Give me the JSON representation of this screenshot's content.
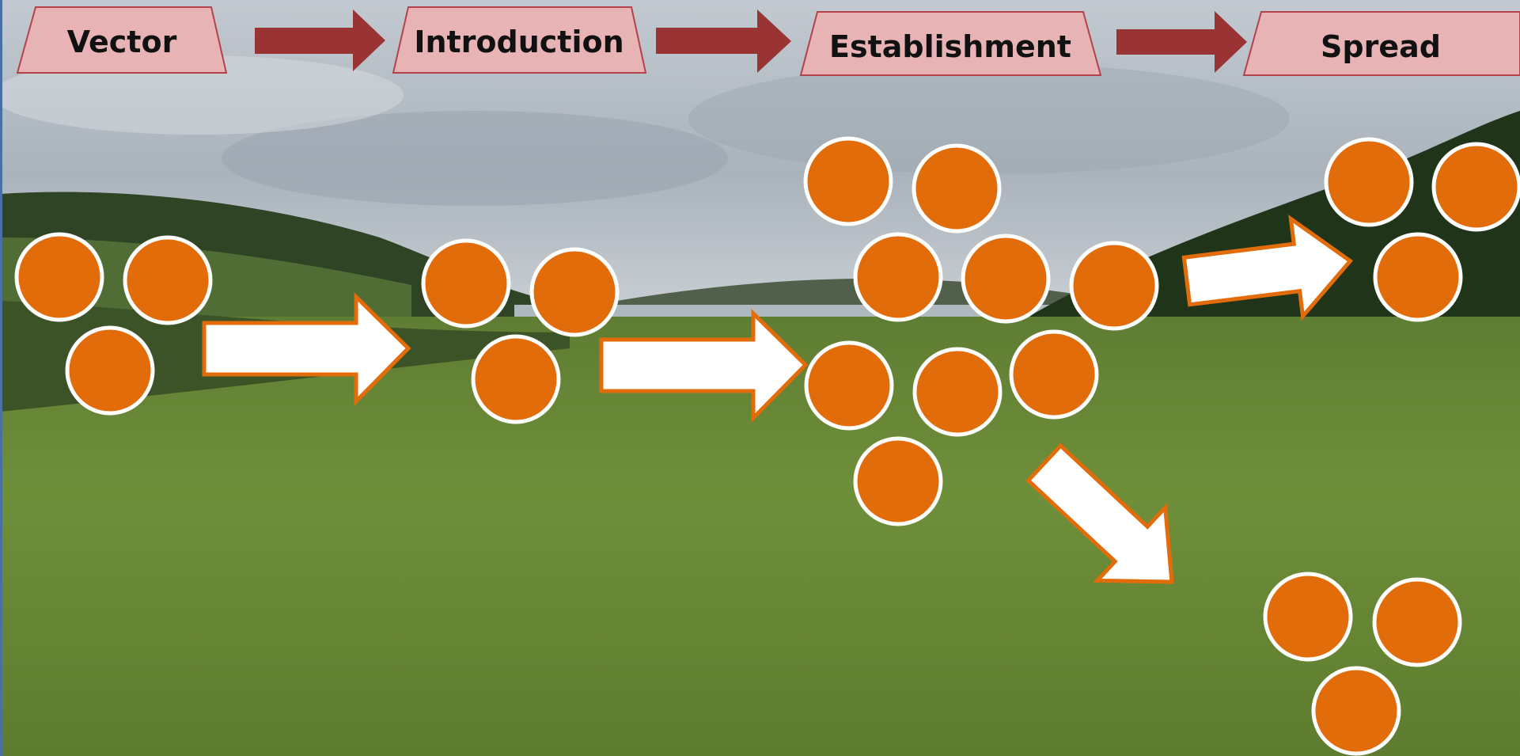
{
  "stages": [
    {
      "label": "Vector"
    },
    {
      "label": "Introduction"
    },
    {
      "label": "Establishment"
    },
    {
      "label": "Spread"
    }
  ],
  "colors": {
    "stage_box_fill": "#e8b3b4",
    "stage_box_border": "#b5424a",
    "stage_arrow": "#9a3434",
    "circle_fill": "#e36c0a",
    "circle_border": "#ffffff",
    "flow_arrow_fill": "#ffffff",
    "flow_arrow_border": "#e36c0a"
  },
  "background": {
    "description_icon": "grass-field-lake-photo"
  }
}
